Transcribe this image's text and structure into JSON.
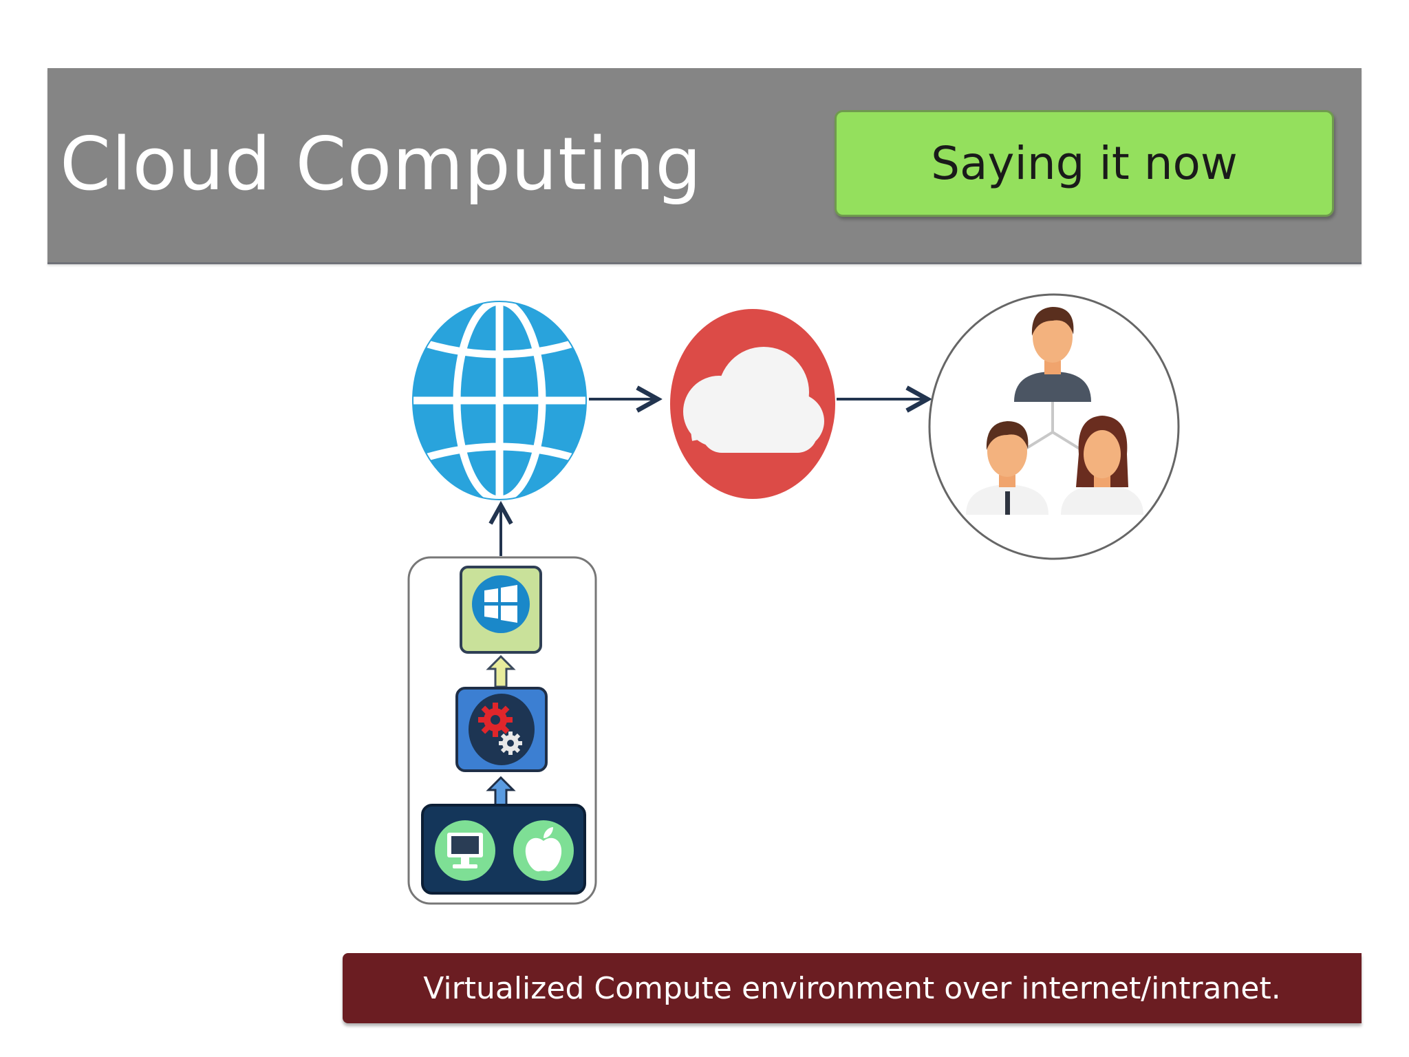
{
  "header": {
    "title": "Cloud Computing",
    "badge_label": "Saying it now"
  },
  "caption": "Virtualized Compute environment over internet/intranet.",
  "icons": {
    "globe": "globe-icon",
    "cloud": "cloud-icon",
    "users": "users-group-icon",
    "os": "windows-icon",
    "hypervisor": "gears-icon",
    "hardware": [
      "desktop-icon",
      "apple-icon"
    ]
  },
  "colors": {
    "header_bg": "#858585",
    "badge_bg": "#94e05d",
    "globe": "#29a3dc",
    "cloud_circle": "#dc4b47",
    "caption_bg": "#6b1d22",
    "arrow": "#22344f"
  }
}
